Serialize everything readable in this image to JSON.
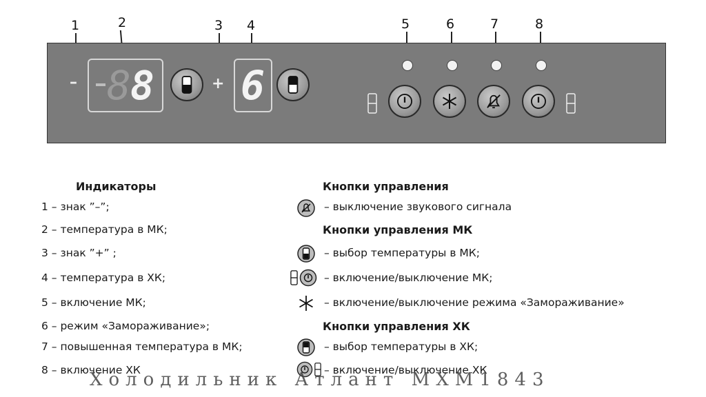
{
  "callouts": [
    "1",
    "2",
    "3",
    "4",
    "5",
    "6",
    "7",
    "8"
  ],
  "panel": {
    "minus_sign": "–",
    "plus_sign": "+",
    "mk_display": "8",
    "xk_display": "6"
  },
  "indicators": {
    "heading": "Индикаторы",
    "items": [
      "1 – знак ”–”;",
      "2 – температура в МК;",
      "3 – знак ”+” ;",
      "4 – температура в ХК;",
      "5 – включение МК;",
      "6 – режим «Замораживание»;",
      "7 – повышенная температура в МК;",
      "8 – включение ХК"
    ]
  },
  "controls": {
    "heading_general": "Кнопки управления",
    "sound_off": "– выключение звукового сигнала",
    "heading_mk": "Кнопки управления МК",
    "mk_temp": "– выбор температуры в МК;",
    "mk_onoff": "– включение/выключение МК;",
    "freeze": "– включение/выключение режима «Замораживание»",
    "heading_xk": "Кнопки управления ХК",
    "xk_temp": "– выбор температуры в ХК;",
    "xk_onoff": "– включение/выключение ХК"
  },
  "watermark": "Холодильник Атлант МХМ1843",
  "icons": [
    "bell-off-icon",
    "fridge-bottom-icon",
    "power-icon",
    "snowflake-icon",
    "fridge-top-icon"
  ]
}
